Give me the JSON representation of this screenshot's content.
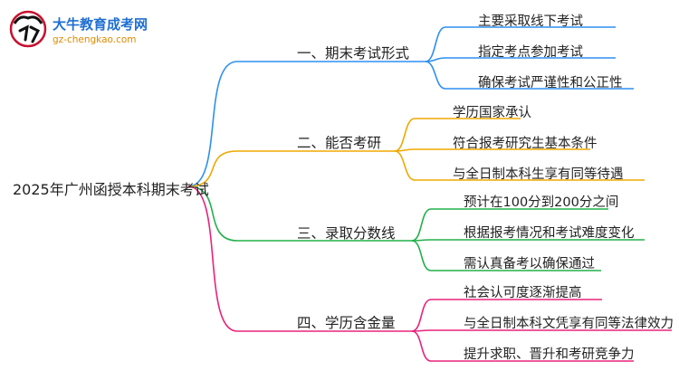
{
  "logo": {
    "title": "大牛教育成考网",
    "url": "gz-chengkao.com"
  },
  "root": "2025年广州函授本科期末考试",
  "branches": [
    {
      "label": "一、期末考试形式",
      "color": "#2f8ff0",
      "leaves": [
        "主要采取线下考试",
        "指定考点参加考试",
        "确保考试严谨性和公正性"
      ]
    },
    {
      "label": "二、能否考研",
      "color": "#f0a800",
      "leaves": [
        "学历国家承认",
        "符合报考研究生基本条件",
        "与全日制本科生享有同等待遇"
      ]
    },
    {
      "label": "三、录取分数线",
      "color": "#22b04a",
      "leaves": [
        "预计在100分到200分之间",
        "根据报考情况和考试难度变化",
        "需认真备考以确保通过"
      ]
    },
    {
      "label": "四、学历含金量",
      "color": "#e8247a",
      "leaves": [
        "社会认可度逐渐提高",
        "与全日制本科文凭享有同等法律效力",
        "提升求职、晋升和考研竞争力"
      ]
    }
  ]
}
